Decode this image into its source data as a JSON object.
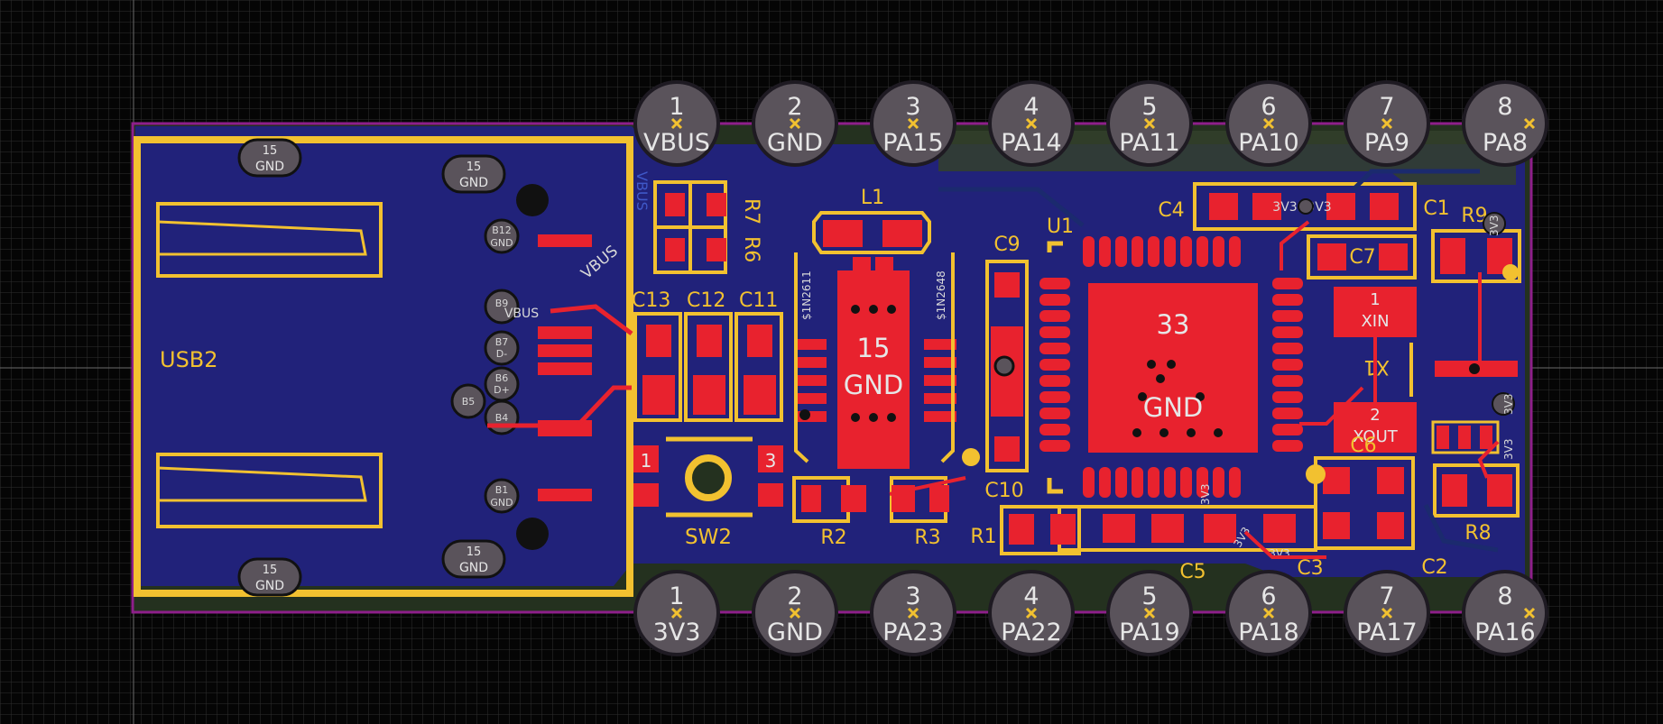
{
  "editor": {
    "board_label": "USB2",
    "top_pins": [
      {
        "num": "1",
        "net": "VBUS"
      },
      {
        "num": "2",
        "net": "GND"
      },
      {
        "num": "3",
        "net": "PA15"
      },
      {
        "num": "4",
        "net": "PA14"
      },
      {
        "num": "5",
        "net": "PA11"
      },
      {
        "num": "6",
        "net": "PA10"
      },
      {
        "num": "7",
        "net": "PA9"
      },
      {
        "num": "8",
        "net": "PA8"
      }
    ],
    "bottom_pins": [
      {
        "num": "1",
        "net": "3V3"
      },
      {
        "num": "2",
        "net": "GND"
      },
      {
        "num": "3",
        "net": "PA23"
      },
      {
        "num": "4",
        "net": "PA22"
      },
      {
        "num": "5",
        "net": "PA19"
      },
      {
        "num": "6",
        "net": "PA18"
      },
      {
        "num": "7",
        "net": "PA17"
      },
      {
        "num": "8",
        "net": "PA16"
      }
    ],
    "refdes": {
      "r7": "R7",
      "r6": "R6",
      "l1": "L1",
      "c9": "C9",
      "u1": "U1",
      "c4": "C4",
      "c1": "C1",
      "r9": "R9",
      "c7": "C7",
      "c13": "C13",
      "c12": "C12",
      "c11": "C11",
      "sw2": "SW2",
      "r2": "R2",
      "r3": "R3",
      "r1": "R1",
      "c10": "C10",
      "c5": "C5",
      "c3": "C3",
      "c6": "C6",
      "c2": "C2",
      "r8": "R8",
      "x1": "X1"
    },
    "usb_pads": [
      {
        "num": "15",
        "net": "GND"
      },
      {
        "num": "15",
        "net": "GND"
      },
      {
        "num": "15",
        "net": "GND"
      },
      {
        "num": "15",
        "net": "GND"
      }
    ],
    "usb_pins": {
      "b12": "B12",
      "b12_net": "GND",
      "b9": "B9",
      "b9_net": "VBUS",
      "b7": "B7",
      "b7_net": "D-",
      "b6": "B6",
      "b6_net": "D+",
      "b5": "B5",
      "b4": "B4",
      "b1": "B1",
      "b1_net": "GND"
    },
    "nets": {
      "vbus": "VBUS",
      "ic_pad_num": "15",
      "ic_pad_net": "GND",
      "mcu_pad_num": "33",
      "mcu_pad_net": "GND",
      "xin_num": "1",
      "xin": "XIN",
      "xout_num": "2",
      "xout": "XOUT",
      "net_1n": "$1N2611",
      "net_1n_b": "$1N2648",
      "v33": "3V3"
    },
    "sw_pins": {
      "p1": "1",
      "p3": "3"
    },
    "colors": {
      "background": "#000000",
      "grid": "#3a3a3a",
      "copper": "#e8222e",
      "silkscreen": "#f2c130",
      "board_fill": "#21227a",
      "edge": "#8e1f8a",
      "pad_gray": "#5a535b",
      "courtyard": "#3c4430"
    }
  }
}
